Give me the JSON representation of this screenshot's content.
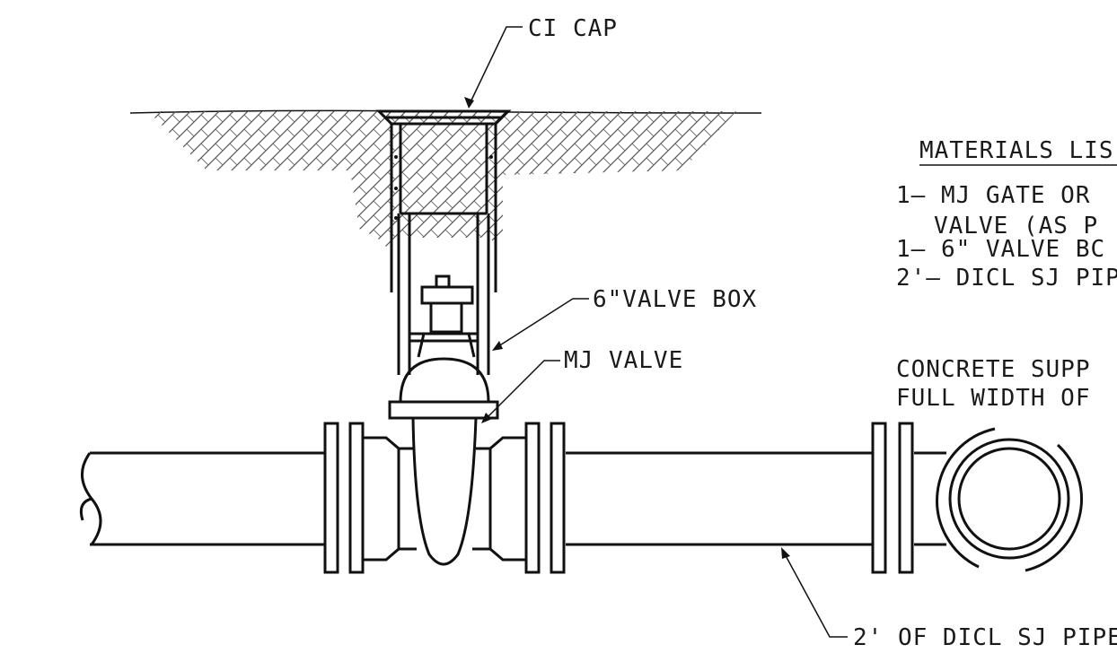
{
  "labels": {
    "ci_cap": "CI CAP",
    "valve_box": "6\"VALVE BOX",
    "mj_valve": "MJ VALVE",
    "pipe_callout": "2' OF DICL SJ PIPE"
  },
  "materials_list": {
    "title": "MATERIALS LIS",
    "items": [
      "1— MJ GATE OR",
      "VALVE (AS P",
      "1— 6\" VALVE BC",
      "2'— DICL SJ PIP"
    ]
  },
  "concrete_note": {
    "line1": "CONCRETE SUPP",
    "line2": "FULL WIDTH OF"
  },
  "colors": {
    "line": "#111111",
    "background": "#ffffff",
    "hatch": "#555555"
  }
}
